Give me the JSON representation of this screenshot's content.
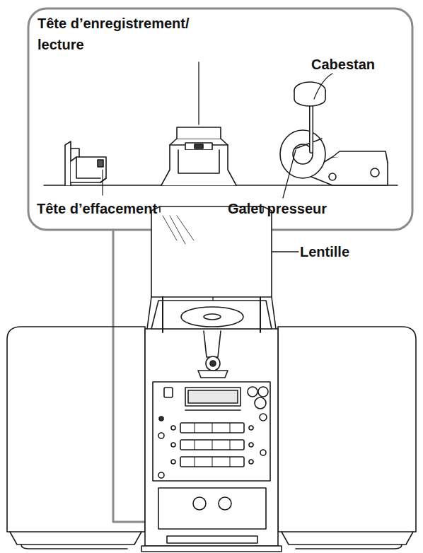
{
  "diagram": {
    "labels": [
      "Tête d’enregistrement/ lecture",
      "Cabestan",
      "Tête d’effacement",
      "Galet presseur",
      "Lentille"
    ]
  }
}
